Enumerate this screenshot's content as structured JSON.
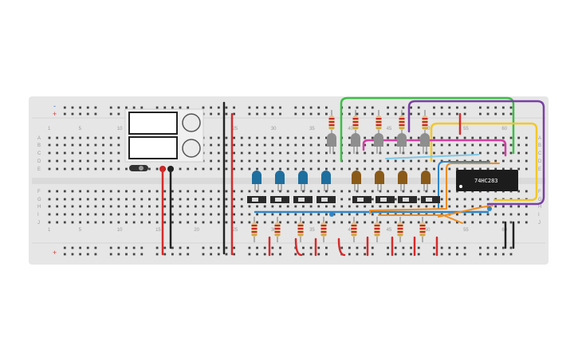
{
  "canvas": {
    "background": "#ffffff"
  },
  "breadboard": {
    "color": "#e6e6e6",
    "rail_plus_sign": "+",
    "rail_minus_sign": "-",
    "column_numbers": [
      "1",
      "5",
      "10",
      "15",
      "20",
      "25",
      "30",
      "35",
      "40",
      "45",
      "50",
      "55",
      "60"
    ],
    "row_letters_top": [
      "A",
      "B",
      "C",
      "D",
      "E"
    ],
    "row_letters_bottom": [
      "F",
      "G",
      "H",
      "I",
      "J"
    ]
  },
  "power_supply": {
    "icon": "bench-power-supply-icon",
    "display_1": "",
    "display_2": "",
    "knob_1_label": "",
    "knob_2_label": ""
  },
  "components": {
    "chip": {
      "label": "74HC283",
      "icon": "ic-chip-icon"
    },
    "led_groups": [
      {
        "name": "sum-leds",
        "color": "#8e8e8e",
        "count": 5
      },
      {
        "name": "input-a-leds",
        "color": "#1e6e9e",
        "count": 4
      },
      {
        "name": "input-b-leds",
        "color": "#8a5a18",
        "count": 4
      }
    ],
    "switch_count": 8,
    "resistor_count": 13
  },
  "wire_colors": {
    "red": "#d42b2b",
    "black": "#222222",
    "green": "#3bbf44",
    "purple": "#7a3fa6",
    "yellow": "#f2c82a",
    "magenta": "#d23fa4",
    "blue": "#2f86c9",
    "orange": "#f08c1e",
    "light_blue": "#7ec8e8"
  }
}
